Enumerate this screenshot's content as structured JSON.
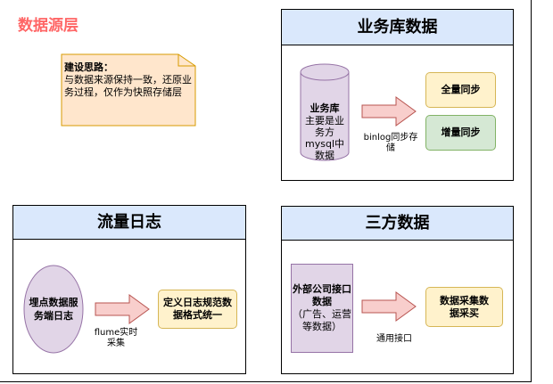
{
  "page_title": "数据源层",
  "note": {
    "heading": "建设思路：",
    "body": "与数据来源保持一致，还原业务过程，仅作为快照存储层"
  },
  "panels": {
    "business_db": {
      "title": "业务库数据",
      "db": {
        "name": "业务库",
        "desc": "主要是业务方mysql中数据"
      },
      "arrow_label": "binlog同步存储",
      "full_sync": "全量同步",
      "incremental_sync": "增量同步"
    },
    "traffic_log": {
      "title": "流量日志",
      "source": "埋点数据服务端日志",
      "arrow_label": "flume实时采集",
      "target": "定义日志规范数据格式统一"
    },
    "third_party": {
      "title": "三方数据",
      "source_title": "外部公司接口数据",
      "source_sub": "（广告、运营等数据）",
      "arrow_label": "通用接口",
      "target": "数据采集数据采买"
    }
  },
  "colors": {
    "title_red": "#ff6666",
    "header_blue": "#dae8fc",
    "note_yellow": "#ffe6cc",
    "box_yellow": "#fff2cc",
    "box_green": "#d5e8d4",
    "purple": "#e1d5e7",
    "arrow_pink": "#f8cecc"
  }
}
